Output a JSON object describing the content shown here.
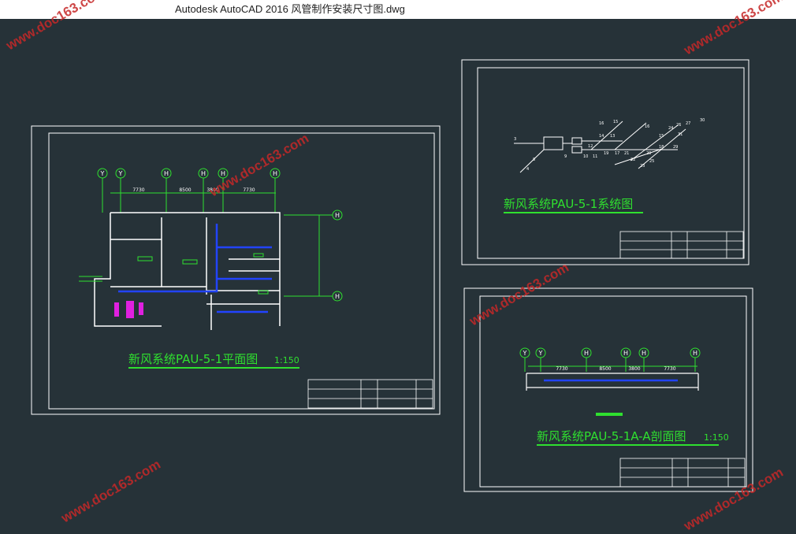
{
  "window": {
    "title": "Autodesk AutoCAD 2016     风管制作安装尺寸图.dwg"
  },
  "colors": {
    "background": "#263238",
    "lines": "#ffffff",
    "green": "#2fe02f",
    "cyan": "#2fd0ff",
    "blue": "#2244ff",
    "magenta": "#e020e0",
    "watermark": "#c62828"
  },
  "watermark": "www.doc163.com",
  "sheets": {
    "plan": {
      "title": "新风系统PAU-5-1平面图",
      "scale": "1:150",
      "grid_labels": [
        "Y",
        "Y",
        "H",
        "H",
        "H",
        "H",
        "H",
        "H"
      ],
      "dimensions": [
        "7730",
        "8500",
        "3800",
        "7730"
      ]
    },
    "system": {
      "title": "新风系统PAU-5-1系统图",
      "node_numbers": [
        "16",
        "15",
        "16",
        "14",
        "13",
        "12",
        "15",
        "24",
        "26",
        "27",
        "30",
        "31",
        "18",
        "20",
        "29",
        "25",
        "23",
        "22",
        "21",
        "19",
        "17",
        "11",
        "10",
        "9",
        "8",
        "3",
        "4"
      ]
    },
    "section": {
      "title": "新风系统PAU-5-1A-A剖面图",
      "scale": "1:150",
      "grid_labels": [
        "Y",
        "Y",
        "H",
        "H",
        "H",
        "H"
      ],
      "dimensions": [
        "7730",
        "8500",
        "3800",
        "7730"
      ]
    }
  }
}
